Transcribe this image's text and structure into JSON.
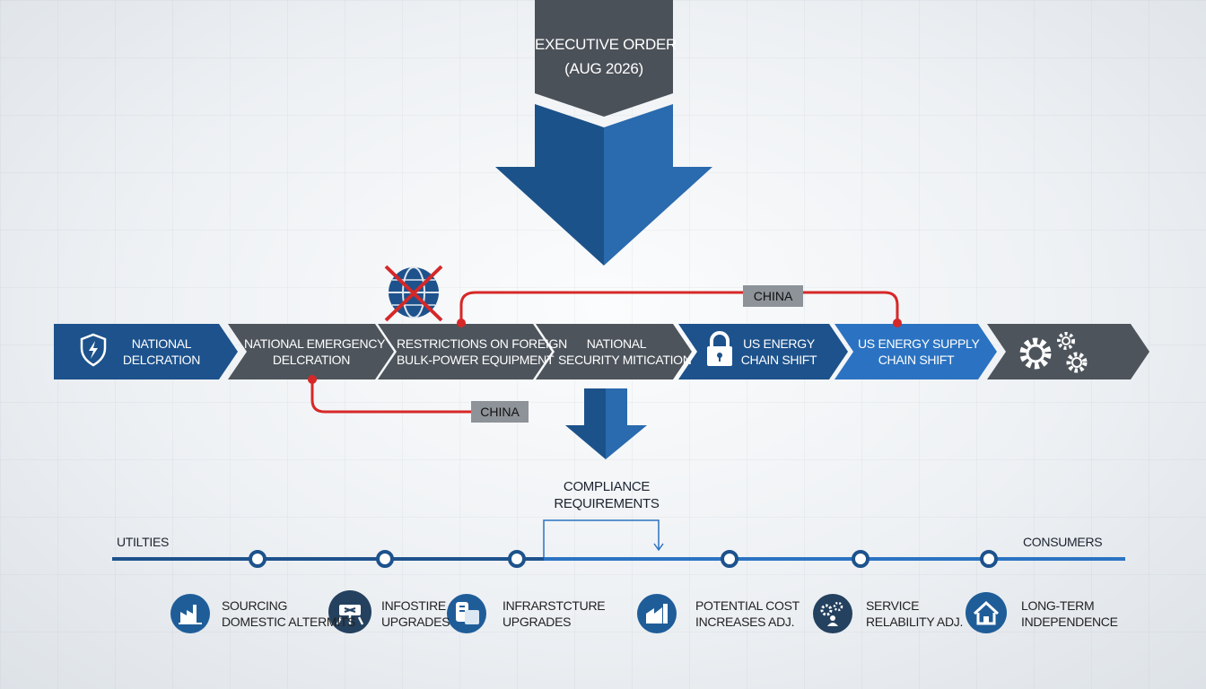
{
  "executive_order": {
    "line1": "EXECUTIVE ORDER",
    "line2": "(AUG 2026)"
  },
  "timeline": [
    {
      "l1": "NATIONAL",
      "l2": "DELCRATION"
    },
    {
      "l1": "NATIONAL EMERGENCY",
      "l2": "DELCRATION"
    },
    {
      "l1": "RESTRICTIONS ON FOREIGN",
      "l2": "BULK-POWER EQUIPMENT"
    },
    {
      "l1": "NATIONAL",
      "l2": "SECURITY MITICATION"
    },
    {
      "l1": "US ENERGY",
      "l2": "CHAIN SHIFT"
    },
    {
      "l1": "US ENERGY SUPPLY",
      "l2": "CHAIN SHIFT"
    }
  ],
  "tags": {
    "top": "CHINA",
    "bottom": "CHINA"
  },
  "compliance": {
    "l1": "COMPLIANCE",
    "l2": "REQUIREMENTS"
  },
  "axis": {
    "left": "UTILTIES",
    "right": "CONSUMERS"
  },
  "outcomes": [
    {
      "l1": "SOURCING",
      "l2": "DOMESTIC ALTERMITS",
      "icon": "factory-icon"
    },
    {
      "l1": "INFOSTIRE",
      "l2": "UPGRADES",
      "icon": "transformer-icon"
    },
    {
      "l1": "INFRARSTCTURE",
      "l2": "UPGRADES",
      "icon": "infrastructure-icon"
    },
    {
      "l1": "POTENTIAL COST",
      "l2": "INCREASES ADJ.",
      "icon": "cost-icon"
    },
    {
      "l1": "SERVICE",
      "l2": "RELABILITY ADJ.",
      "icon": "gears-person-icon"
    },
    {
      "l1": "LONG-TERM",
      "l2": "INDEPENDENCE",
      "icon": "home-icon"
    }
  ],
  "colors": {
    "navy": "#1f5d99",
    "gray": "#4d545c",
    "bright_blue": "#2b73c2",
    "red": "#d62828"
  }
}
